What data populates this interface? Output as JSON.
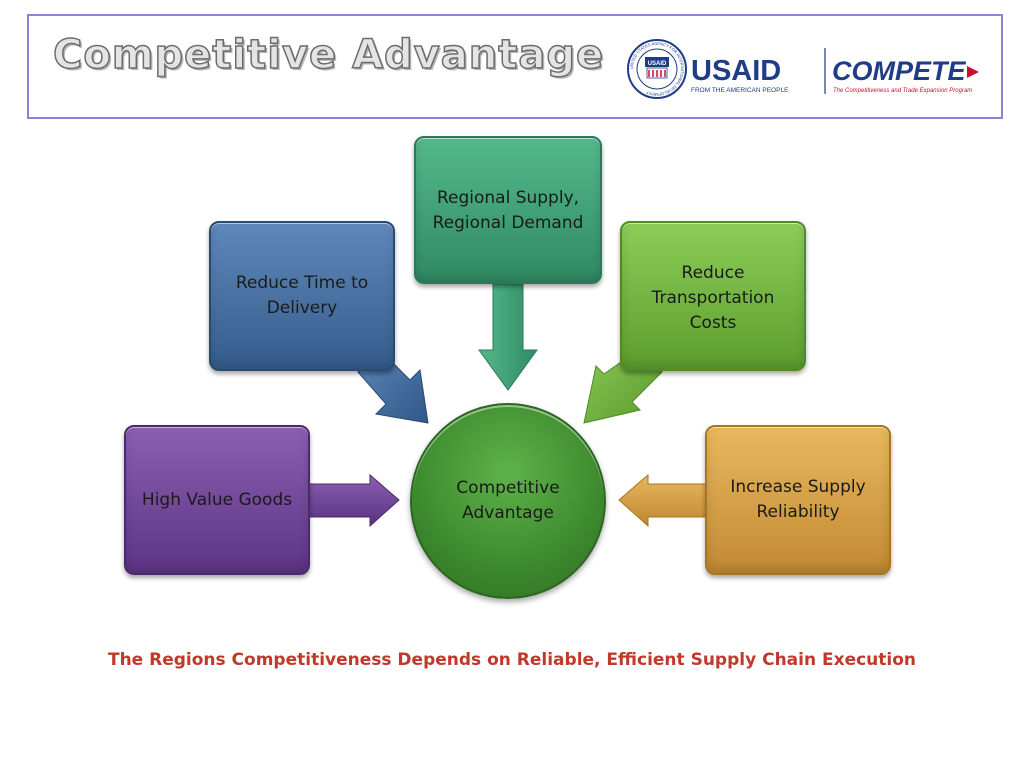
{
  "header": {
    "title": "Competitive Advantage",
    "logo": {
      "seal_text": "UNITED STATES AGENCY FOR INTERNATIONAL DEVELOPMENT",
      "seal_label": "USAID",
      "usaid": "USAID",
      "usaid_tagline": "FROM THE AMERICAN PEOPLE",
      "compete": "COMPETE",
      "compete_tagline": "The Competitiveness and Trade Expansion Program"
    }
  },
  "diagram": {
    "center": "Competitive Advantage",
    "nodes": [
      {
        "id": "high-value-goods",
        "label": "High Value Goods",
        "color": "#6b3f91"
      },
      {
        "id": "reduce-time",
        "label": "Reduce Time to Delivery",
        "color": "#3f6697"
      },
      {
        "id": "regional-supply",
        "label": "Regional Supply, Regional Demand",
        "color": "#3aa077"
      },
      {
        "id": "reduce-transport",
        "label": "Reduce Transportation Costs",
        "color": "#6cb33a"
      },
      {
        "id": "increase-reliability",
        "label": "Increase Supply Reliability",
        "color": "#d29a3b"
      }
    ],
    "center_color": "#3d8a2e"
  },
  "tagline": "The Regions Competitiveness Depends on Reliable, Efficient Supply Chain Execution",
  "colors": {
    "header_border": "#8a86d6",
    "tagline": "#c0392b",
    "usaid_blue": "#1f3c88",
    "usaid_red": "#c8102e"
  }
}
